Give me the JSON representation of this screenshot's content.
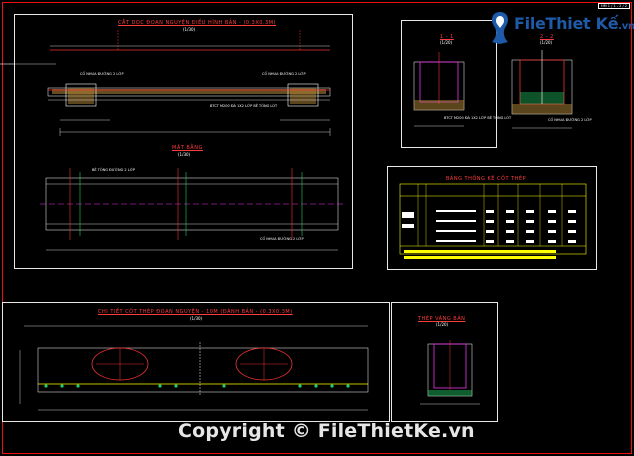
{
  "sheet": {
    "corner_tag": "HM 1 / 1 - 2 / 2",
    "copyright": "Copyright © FileThietKe.vn"
  },
  "logo": {
    "brand": "FileThiet Kế",
    "suffix": ".vn"
  },
  "views": {
    "section": {
      "title": "CẮT DỌC ĐOẠN NGUYỆN ĐIỀU HÌNH BẢN - (0.3X0.3M)",
      "scale": "(1/30)",
      "label_left": "CỐ NHUA ĐƯỜNG 2 LỚP",
      "label_right": "CỐ NHUA ĐƯỜNG 2 LỚP",
      "label_bottom": "BTCT M200 ĐÁ 1X2 LỚP BÊ TÔNG LÓT"
    },
    "plan": {
      "title": "MẶT BẰNG",
      "scale": "(1/30)",
      "label_top": "BÊ TÔNG ĐƯỜNG 2 LỚP",
      "label_bottom": "CỐ NHUA ĐƯỜNG 2 LỚP"
    },
    "cross_a": {
      "title": "1 - 1",
      "scale": "(1/20)",
      "label": "BTCT M200 ĐÁ 1X2 LỚP BÊ TÔNG LÓT"
    },
    "cross_b": {
      "title": "2 - 2",
      "scale": "(1/20)",
      "label": "CỐ NHUA ĐƯỜNG 2 LỚP"
    },
    "detail": {
      "title": "CHI TIẾT CỐT THÉP ĐOẠN NGUYỆN - 10M (ĐÁNH BẢN - (0.3X0.3M)",
      "scale": "(1/30)"
    },
    "small_detail": {
      "title": "THÉP VÀNG BẢN",
      "scale": "(1/20)"
    }
  },
  "table": {
    "title": "BẢNG THỐNG KÊ CỐT THÉP"
  }
}
